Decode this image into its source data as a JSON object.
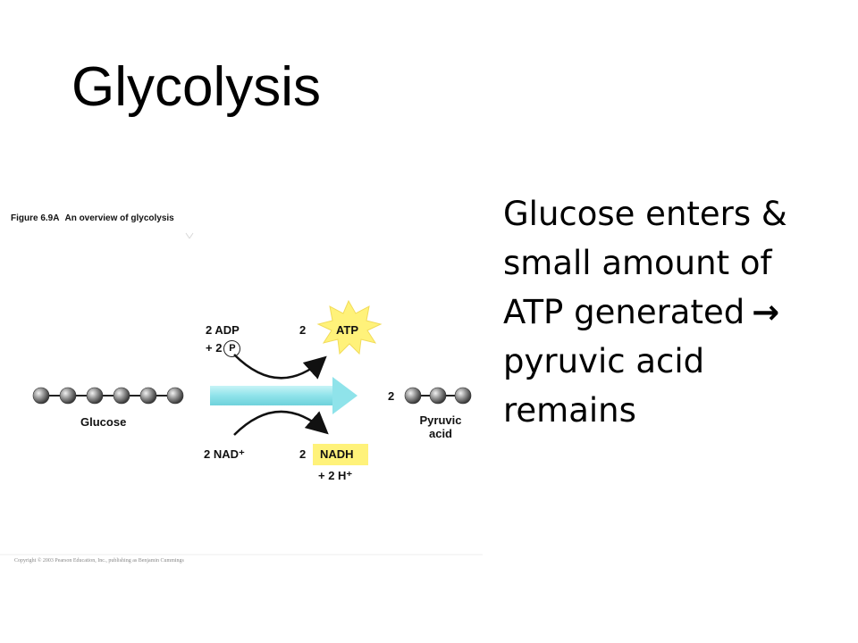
{
  "slide": {
    "title": "Glycolysis",
    "body_lines": [
      "Glucose enters &",
      "small amount of",
      "ATP generated",
      "pyruvic acid",
      "remains"
    ],
    "arrow_icon": "right-arrow-icon"
  },
  "figure": {
    "caption_number": "Figure 6.9A",
    "caption_text": "An overview of glycolysis",
    "glucose_label": "Glucose",
    "adp_line": "2 ADP",
    "phosphate_prefix": "+ 2",
    "phosphate_symbol": "P",
    "atp_count": "2",
    "atp_label": "ATP",
    "nad_line": "2 NAD⁺",
    "nadh_count": "2",
    "nadh_label": "NADH",
    "h_line": "+ 2 H⁺",
    "pyruvic_count": "2",
    "pyruvic_label_1": "Pyruvic",
    "pyruvic_label_2": "acid",
    "copyright": "Copyright © 2003 Pearson Education, Inc., publishing as Benjamin Cummings",
    "colors": {
      "atp_burst": "#fff27a",
      "nadh_box": "#fff27a",
      "main_arrow": "#8fe3ea",
      "molecule": "#8a8a8a"
    }
  }
}
